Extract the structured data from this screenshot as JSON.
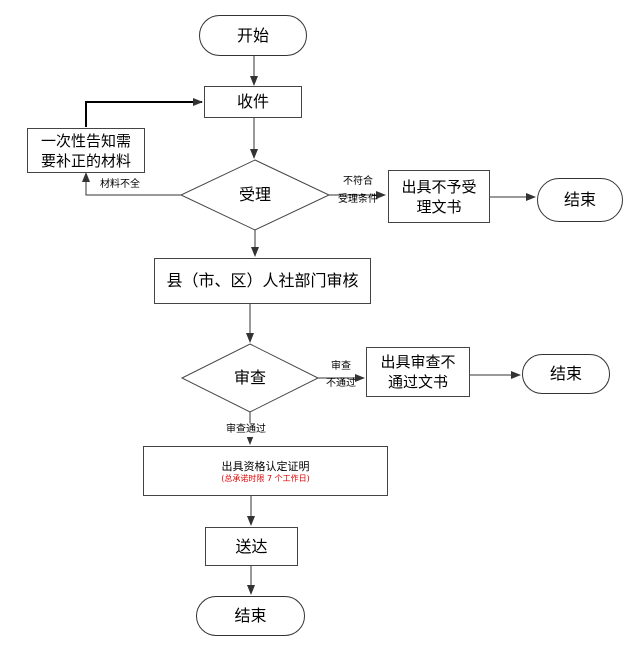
{
  "nodes": {
    "start": "开始",
    "receive": "收件",
    "supplement_line1": "一次性告知需",
    "supplement_line2": "要补正的材料",
    "accept": "受理",
    "reject_doc_line1": "出具不予受",
    "reject_doc_line2": "理文书",
    "end1": "结束",
    "county_review": "县（市、区）人社部门审核",
    "examine": "审查",
    "fail_doc_line1": "出具审查不",
    "fail_doc_line2": "通过文书",
    "end2": "结束",
    "certificate": "出具资格认定证明",
    "certificate_note": "(总承诺时限 7 个工作日)",
    "deliver": "送达",
    "end3": "结束"
  },
  "labels": {
    "incomplete": "材料不全",
    "not_meet_line1": "不符合",
    "not_meet_line2": "受理条件",
    "review_fail_line1": "审查",
    "review_fail_line2": "不通过",
    "review_pass": "审查通过"
  }
}
